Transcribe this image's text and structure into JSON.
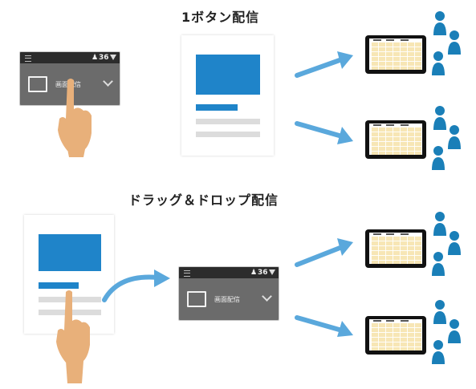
{
  "sections": [
    {
      "title": "1ボタン配信"
    },
    {
      "title": "ドラッグ＆ドロップ配信"
    }
  ],
  "toolbar": {
    "user_count": "36",
    "button_label": "画面配信"
  },
  "colors": {
    "accent_blue": "#1f84c9",
    "arrow_blue": "#5aa8dc",
    "person_blue": "#1a7fb8",
    "skin": "#e8b07a",
    "toolbar_dark": "#2c2c2c",
    "toolbar_gray": "#6b6b6b",
    "sheet_yellow": "#f7e6b5"
  },
  "icons": [
    "menu-icon",
    "user-icon",
    "filter-icon",
    "share-screen-icon",
    "chevron-down-icon",
    "hand-pointer-icon",
    "arrow-icon",
    "tablet-icon",
    "people-icon"
  ]
}
